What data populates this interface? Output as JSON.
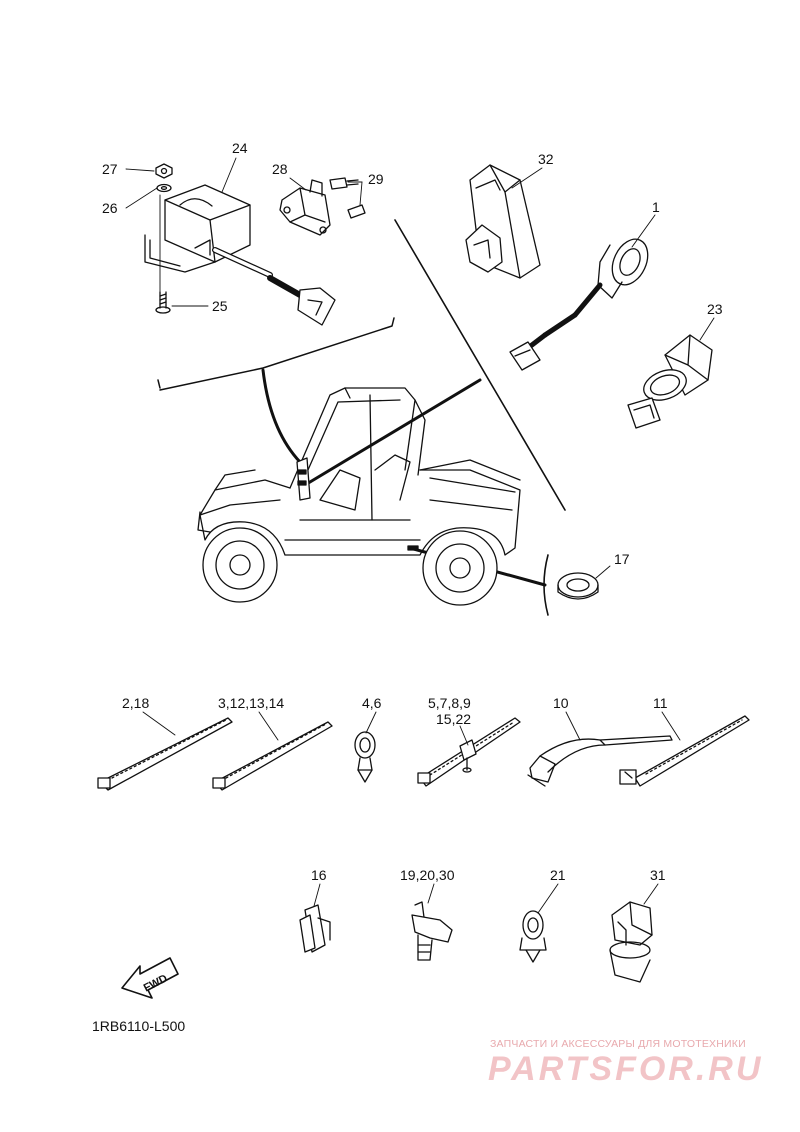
{
  "diagram_code": "1RB6110-L500",
  "fwd_label": "FWD",
  "watermark": {
    "caption": "ЗАПЧАСТИ И АКСЕССУАРЫ ДЛЯ МОТОТЕХНИКИ",
    "logo": "PARTSFOR.RU"
  },
  "callouts": {
    "c24": "24",
    "c27": "27",
    "c26": "26",
    "c25": "25",
    "c28": "28",
    "c29": "29",
    "c32": "32",
    "c1": "1",
    "c23": "23",
    "c17": "17",
    "c2_18": "2,18",
    "c3_14": "3,12,13,14",
    "c4_6": "4,6",
    "c5_9": "5,7,8,9",
    "c15_22": "15,22",
    "c10": "10",
    "c11": "11",
    "c16": "16",
    "c19_30": "19,20,30",
    "c21": "21",
    "c31": "31"
  }
}
